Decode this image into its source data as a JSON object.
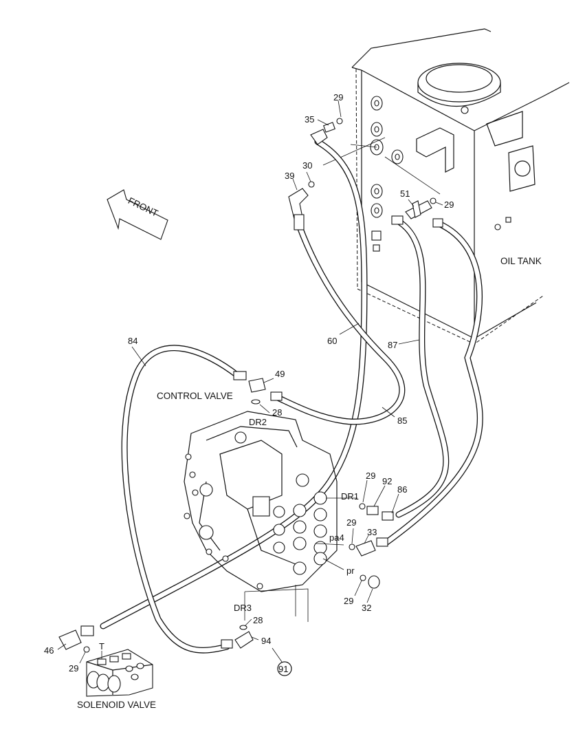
{
  "title": "",
  "labels": {
    "oil_tank": "OIL TANK",
    "control_valve": "CONTROL VALVE",
    "solenoid_valve": "SOLENOID VALVE",
    "front": "FRONT"
  },
  "port_labels": {
    "dr1": "DR1",
    "dr2": "DR2",
    "dr3": "DR3",
    "pa4": "pa4",
    "pr": "pr",
    "t": "T"
  },
  "callouts": {
    "c29a": "29",
    "c35": "35",
    "c30": "30",
    "c39": "39",
    "c51": "51",
    "c29b": "29",
    "c60": "60",
    "c87": "87",
    "c84": "84",
    "c49": "49",
    "c28a": "28",
    "c85": "85",
    "c29c": "29",
    "c92": "92",
    "c86": "86",
    "c29d": "29",
    "c33": "33",
    "c29e": "29",
    "c32": "32",
    "c28b": "28",
    "c94": "94",
    "c91": "91",
    "c46": "46",
    "c29f": "29"
  }
}
